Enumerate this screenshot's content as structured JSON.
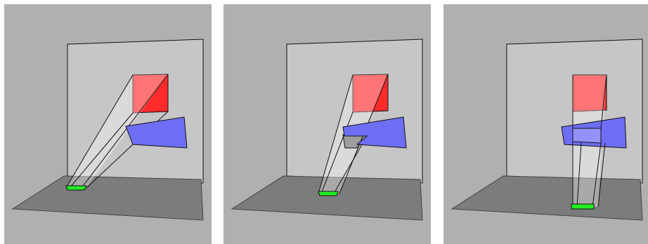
{
  "panels": [
    {
      "id": "panel-1",
      "view": "perspective"
    },
    {
      "id": "panel-2",
      "view": "perspective"
    },
    {
      "id": "panel-3",
      "view": "perspective"
    }
  ],
  "colors": {
    "background": "#b0b0b0",
    "wall": "#c6c6c6",
    "floor": "#7c7c7c",
    "red_square": "#ff2a2a",
    "blue_occluder": "#6e6ef5",
    "green_source": "#22ee22",
    "beam": "#ffffff",
    "edge": "#111111"
  }
}
